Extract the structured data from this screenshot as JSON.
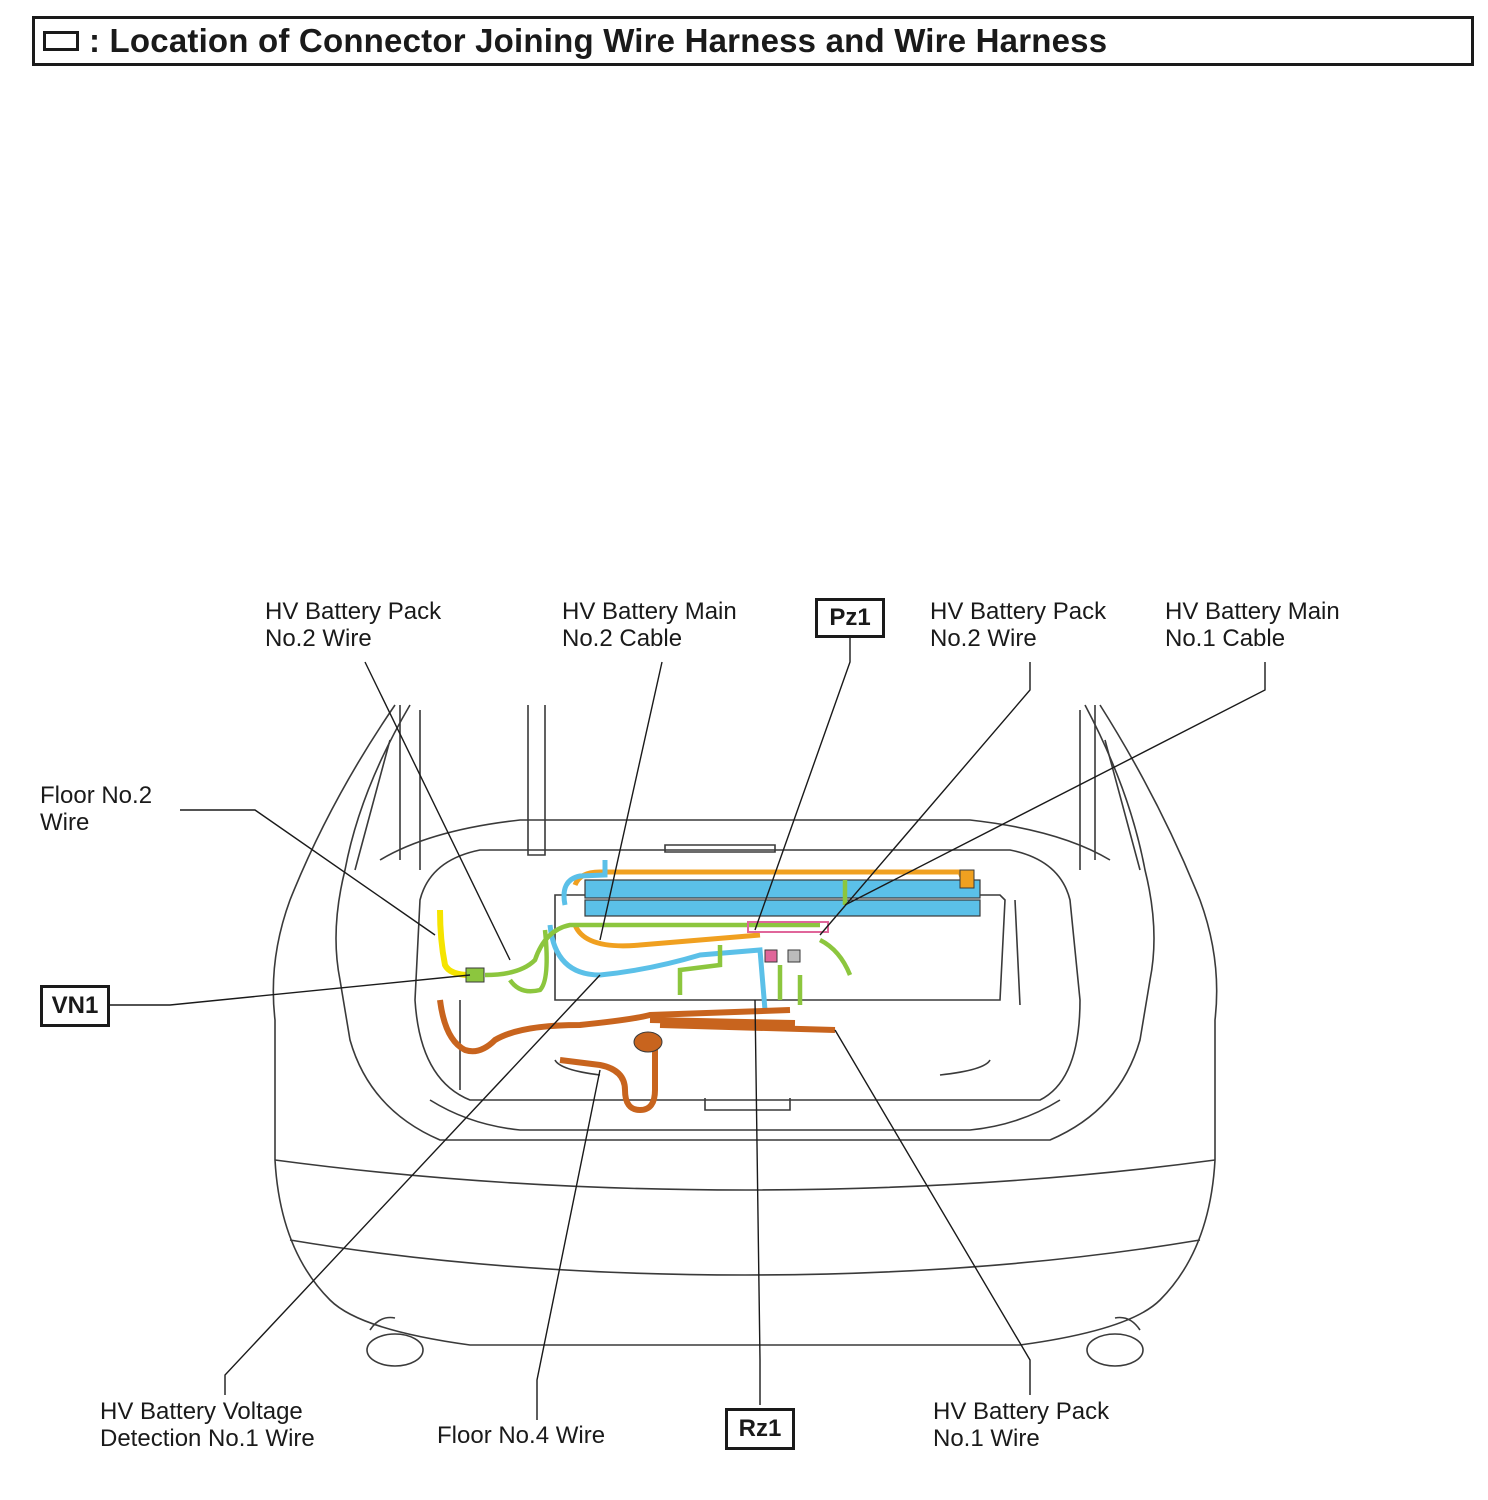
{
  "header": {
    "title": ": Location of Connector Joining Wire Harness and Wire Harness"
  },
  "labels": {
    "hv_pack_no2_left": [
      "HV Battery Pack",
      "No.2 Wire"
    ],
    "hv_main_no2": [
      "HV Battery Main",
      "No.2 Cable"
    ],
    "hv_pack_no2_right": [
      "HV Battery Pack",
      "No.2 Wire"
    ],
    "hv_main_no1": [
      "HV Battery Main",
      "No.1 Cable"
    ],
    "floor_no2": [
      "Floor No.2",
      "Wire"
    ],
    "hv_voltage_detection": [
      "HV Battery Voltage",
      "Detection No.1 Wire"
    ],
    "floor_no4": [
      "Floor No.4 Wire"
    ],
    "hv_pack_no1": [
      "HV Battery Pack",
      "No.1 Wire"
    ]
  },
  "connectors": {
    "pz1": "Pz1",
    "vn1": "VN1",
    "rz1": "Rz1"
  },
  "colors": {
    "outline": "#3a3a3a",
    "cable_blue": "#5bc0e8",
    "cable_orange": "#f0a020",
    "harness_green": "#8cc63e",
    "harness_yellow": "#f5e400",
    "harness_brown": "#c8641e",
    "connector_pink": "#e0669a"
  }
}
